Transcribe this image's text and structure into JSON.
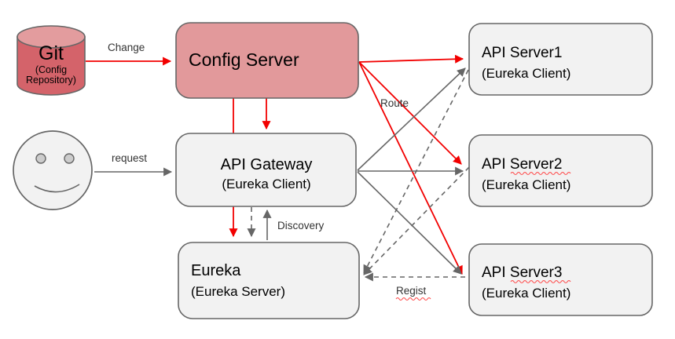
{
  "nodes": {
    "git": {
      "title": "Git",
      "subtitle_line1": "(Config",
      "subtitle_line2": "Repository)"
    },
    "config_server": {
      "title": "Config Server"
    },
    "api_gateway": {
      "title": "API Gateway",
      "subtitle": "(Eureka Client)"
    },
    "eureka": {
      "title": "Eureka",
      "subtitle": "(Eureka Server)"
    },
    "api_server1": {
      "title": "API Server1",
      "subtitle": "(Eureka Client)"
    },
    "api_server2": {
      "title": "API Server2",
      "subtitle": "(Eureka Client)"
    },
    "api_server3": {
      "title": "API Server3",
      "subtitle": "(Eureka Client)"
    }
  },
  "edge_labels": {
    "change": "Change",
    "request": "request",
    "route": "Route",
    "discovery": "Discovery",
    "regist": "Regist"
  },
  "colors": {
    "red_arrow": "#f20000",
    "gray_arrow": "#666666",
    "node_border": "#666666",
    "node_fill": "#f2f2f2",
    "config_fill": "#e2999b",
    "git_body": "#d4636a",
    "git_top": "#e39c9e",
    "smiley_fill": "#f2f2f2",
    "eye_fill": "#cccccc",
    "squiggle": "#ff4a4a"
  }
}
